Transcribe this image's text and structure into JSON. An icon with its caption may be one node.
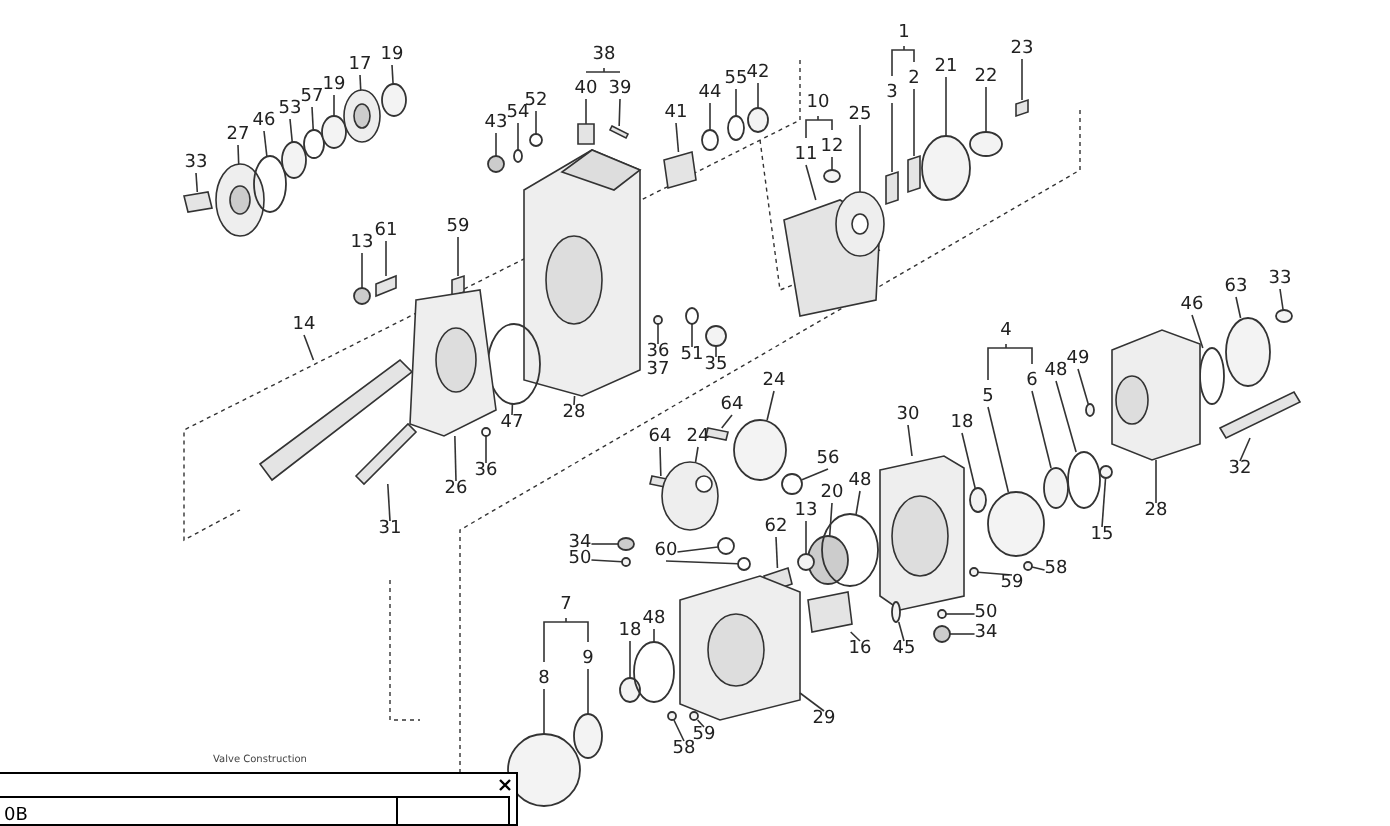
{
  "diagram": {
    "nodes": [
      {
        "text": [
          "33"
        ]
      },
      {
        "text": [
          "27"
        ]
      },
      {
        "text": [
          "46"
        ]
      },
      {
        "text": [
          "53"
        ]
      },
      {
        "text": [
          "57"
        ]
      },
      {
        "text": [
          "19"
        ]
      },
      {
        "text": [
          "17"
        ]
      },
      {
        "text": [
          "19"
        ]
      },
      {
        "text": [
          "43"
        ]
      },
      {
        "text": [
          "54"
        ]
      },
      {
        "text": [
          "52"
        ]
      },
      {
        "text": [
          "40"
        ]
      },
      {
        "text": [
          "39"
        ]
      },
      {
        "text": [
          "41"
        ]
      },
      {
        "text": [
          "44"
        ]
      },
      {
        "text": [
          "55"
        ]
      },
      {
        "text": [
          "42"
        ]
      },
      {
        "text": [
          "11"
        ]
      },
      {
        "text": [
          "12"
        ]
      },
      {
        "text": [
          "25"
        ]
      },
      {
        "text": [
          "3"
        ]
      },
      {
        "text": [
          "2"
        ]
      },
      {
        "text": [
          "21"
        ]
      },
      {
        "text": [
          "22"
        ]
      },
      {
        "text": [
          "23"
        ]
      },
      {
        "text": [
          "13"
        ]
      },
      {
        "text": [
          "61"
        ]
      },
      {
        "text": [
          "59"
        ]
      },
      {
        "text": [
          "14"
        ]
      },
      {
        "text": [
          "28"
        ]
      },
      {
        "text": [
          "47"
        ]
      },
      {
        "text": [
          "26"
        ]
      },
      {
        "text": [
          "36"
        ]
      },
      {
        "text": [
          "31"
        ]
      },
      {
        "text": [
          "36",
          "37"
        ]
      },
      {
        "text": [
          "51"
        ]
      },
      {
        "text": [
          "35"
        ]
      },
      {
        "text": [
          "46"
        ]
      },
      {
        "text": [
          "63"
        ]
      },
      {
        "text": [
          "33"
        ]
      },
      {
        "text": [
          "49"
        ]
      },
      {
        "text": [
          "48"
        ]
      },
      {
        "text": [
          "5"
        ]
      },
      {
        "text": [
          "6"
        ]
      },
      {
        "text": [
          "32"
        ]
      },
      {
        "text": [
          "28"
        ]
      },
      {
        "text": [
          "15"
        ]
      },
      {
        "text": [
          "18"
        ]
      },
      {
        "text": [
          "30"
        ]
      },
      {
        "text": [
          "58"
        ]
      },
      {
        "text": [
          "64"
        ]
      },
      {
        "text": [
          "24"
        ]
      },
      {
        "text": [
          "64"
        ]
      },
      {
        "text": [
          "24"
        ]
      },
      {
        "text": [
          "56"
        ]
      },
      {
        "text": [
          "20"
        ]
      },
      {
        "text": [
          "48"
        ]
      },
      {
        "text": [
          "13"
        ]
      },
      {
        "text": [
          "62"
        ]
      },
      {
        "text": [
          "60"
        ]
      },
      {
        "text": [
          "34"
        ]
      },
      {
        "text": [
          "50"
        ]
      },
      {
        "text": [
          "59"
        ]
      },
      {
        "text": [
          "16"
        ]
      },
      {
        "text": [
          "45"
        ]
      },
      {
        "text": [
          "50"
        ]
      },
      {
        "text": [
          "34"
        ]
      },
      {
        "text": [
          "8"
        ]
      },
      {
        "text": [
          "9"
        ]
      },
      {
        "text": [
          "18"
        ]
      },
      {
        "text": [
          "48"
        ]
      },
      {
        "text": [
          "29"
        ]
      },
      {
        "text": [
          "58"
        ]
      },
      {
        "text": [
          "59"
        ]
      },
      {
        "text": [],
        "shape": "box"
      },
      {
        "text": [],
        "shape": "picture"
      },
      {
        "text": [],
        "shape": "circle"
      },
      {
        "text": [],
        "shape": "circle"
      },
      {
        "text": [],
        "shape": "circle"
      },
      {
        "text": [],
        "shape": "circle"
      },
      {
        "text": [],
        "shape": "picture"
      },
      {
        "text": [],
        "shape": "circle"
      },
      {
        "text": [],
        "shape": "circle"
      },
      {
        "text": [],
        "shape": "circle"
      },
      {
        "text": [],
        "shape": "circle"
      },
      {
        "text": [],
        "shape": "box"
      },
      {
        "text": [],
        "shape": "box"
      },
      {
        "text": [],
        "shape": "box"
      },
      {
        "text": [],
        "shape": "circle"
      },
      {
        "text": [],
        "shape": "circle"
      },
      {
        "text": [],
        "shape": "circle"
      },
      {
        "text": [],
        "shape": "box"
      },
      {
        "text": [],
        "shape": "circle"
      },
      {
        "text": [],
        "shape": "picture"
      },
      {
        "text": [],
        "shape": "box"
      },
      {
        "text": [],
        "shape": "box"
      },
      {
        "text": [],
        "shape": "circle"
      },
      {
        "text": [],
        "shape": "circle"
      },
      {
        "text": [],
        "shape": "box"
      },
      {
        "text": [],
        "shape": "circle"
      },
      {
        "text": [],
        "shape": "box"
      },
      {
        "text": [],
        "shape": "box"
      },
      {
        "text": [],
        "shape": "box"
      },
      {
        "text": [],
        "shape": "picture"
      },
      {
        "text": [],
        "shape": "circle"
      },
      {
        "text": [],
        "shape": "picture"
      },
      {
        "text": [],
        "shape": "circle"
      },
      {
        "text": [],
        "shape": "box"
      },
      {
        "text": [],
        "shape": "circle"
      },
      {
        "text": [],
        "shape": "circle"
      },
      {
        "text": [],
        "shape": "circle"
      },
      {
        "text": [],
        "shape": "circle"
      },
      {
        "text": [],
        "shape": "circle"
      },
      {
        "text": [],
        "shape": "circle"
      },
      {
        "text": [],
        "shape": "circle"
      },
      {
        "text": [],
        "shape": "circle"
      },
      {
        "text": [],
        "shape": "circle"
      },
      {
        "text": [],
        "shape": "circle"
      },
      {
        "text": [],
        "shape": "box"
      },
      {
        "text": [],
        "shape": "picture"
      },
      {
        "text": [],
        "shape": "circle"
      },
      {
        "text": [],
        "shape": "circle"
      },
      {
        "text": [],
        "shape": "picture"
      },
      {
        "text": [],
        "shape": "circle"
      },
      {
        "text": [],
        "shape": "box"
      },
      {
        "text": [],
        "shape": "picture"
      },
      {
        "text": [],
        "shape": "box"
      },
      {
        "text": [],
        "shape": "circle"
      },
      {
        "text": [],
        "shape": "circle"
      },
      {
        "text": [],
        "shape": "circle"
      },
      {
        "text": [],
        "shape": "circle"
      },
      {
        "text": [],
        "shape": "circle"
      },
      {
        "text": [],
        "shape": "box"
      },
      {
        "text": [],
        "shape": "circle"
      },
      {
        "text": [],
        "shape": "circle"
      },
      {
        "text": [],
        "shape": "circle"
      },
      {
        "text": [],
        "shape": "circle"
      },
      {
        "text": [],
        "shape": "circle"
      },
      {
        "text": [],
        "shape": "box"
      },
      {
        "text": [],
        "shape": "circle"
      },
      {
        "text": [],
        "shape": "circle"
      },
      {
        "text": [],
        "shape": "circle"
      },
      {
        "text": [],
        "shape": "circle"
      },
      {
        "text": [],
        "shape": "circle"
      },
      {
        "text": [],
        "shape": "circle"
      },
      {
        "text": [],
        "shape": "circle"
      },
      {
        "text": [],
        "shape": "picture"
      },
      {
        "text": [],
        "shape": "circle"
      },
      {
        "text": [],
        "shape": "circle"
      }
    ],
    "edges": [
      {
        "from": 0,
        "to": 74,
        "arrow": "none"
      },
      {
        "from": 1,
        "to": 75,
        "arrow": "none"
      },
      {
        "from": 2,
        "to": 76,
        "arrow": "none"
      },
      {
        "from": 3,
        "to": 77,
        "arrow": "none"
      },
      {
        "from": 4,
        "to": 78,
        "arrow": "none"
      },
      {
        "from": 5,
        "to": 79,
        "arrow": "none"
      },
      {
        "from": 6,
        "to": 80,
        "arrow": "none"
      },
      {
        "from": 7,
        "to": 81,
        "arrow": "none"
      },
      {
        "from": 8,
        "to": 82,
        "arrow": "none"
      },
      {
        "from": 9,
        "to": 83,
        "arrow": "none"
      },
      {
        "from": 10,
        "to": 84,
        "arrow": "none"
      },
      {
        "from": 11,
        "to": 85,
        "arrow": "none"
      },
      {
        "from": 12,
        "to": 86,
        "arrow": "none"
      },
      {
        "from": 13,
        "to": 87,
        "arrow": "none"
      },
      {
        "from": 14,
        "to": 88,
        "arrow": "none"
      },
      {
        "from": 15,
        "to": 89,
        "arrow": "none"
      },
      {
        "from": 16,
        "to": 90,
        "arrow": "none"
      },
      {
        "from": 17,
        "to": 91,
        "arrow": "none"
      },
      {
        "from": 18,
        "to": 92,
        "arrow": "none"
      },
      {
        "from": 19,
        "to": 93,
        "arrow": "none"
      },
      {
        "from": 20,
        "to": 94,
        "arrow": "none"
      },
      {
        "from": 21,
        "to": 95,
        "arrow": "none"
      },
      {
        "from": 22,
        "to": 96,
        "arrow": "none"
      },
      {
        "from": 23,
        "to": 97,
        "arrow": "none"
      },
      {
        "from": 24,
        "to": 98,
        "arrow": "none"
      },
      {
        "from": 25,
        "to": 99,
        "arrow": "none"
      },
      {
        "from": 26,
        "to": 100,
        "arrow": "none"
      },
      {
        "from": 27,
        "to": 101,
        "arrow": "none"
      },
      {
        "from": 28,
        "to": 102,
        "arrow": "none"
      },
      {
        "from": 29,
        "to": 103,
        "arrow": "none"
      },
      {
        "from": 30,
        "to": 104,
        "arrow": "none"
      },
      {
        "from": 31,
        "to": 105,
        "arrow": "none"
      },
      {
        "from": 32,
        "to": 106,
        "arrow": "none"
      },
      {
        "from": 33,
        "to": 107,
        "arrow": "none"
      },
      {
        "from": 34,
        "to": 108,
        "arrow": "none"
      },
      {
        "from": 35,
        "to": 109,
        "arrow": "none"
      },
      {
        "from": 36,
        "to": 110,
        "arrow": "none"
      },
      {
        "from": 37,
        "to": 111,
        "arrow": "none"
      },
      {
        "from": 38,
        "to": 112,
        "arrow": "none"
      },
      {
        "from": 39,
        "to": 113,
        "arrow": "none"
      },
      {
        "from": 40,
        "to": 114,
        "arrow": "none"
      },
      {
        "from": 41,
        "to": 115,
        "arrow": "none"
      },
      {
        "from": 42,
        "to": 116,
        "arrow": "none"
      },
      {
        "from": 43,
        "to": 117,
        "arrow": "none"
      },
      {
        "from": 44,
        "to": 118,
        "arrow": "none"
      },
      {
        "from": 45,
        "to": 119,
        "arrow": "none"
      },
      {
        "from": 46,
        "to": 120,
        "arrow": "none"
      },
      {
        "from": 47,
        "to": 121,
        "arrow": "none"
      },
      {
        "from": 48,
        "to": 122,
        "arrow": "none"
      },
      {
        "from": 49,
        "to": 123,
        "arrow": "none"
      },
      {
        "from": 50,
        "to": 124,
        "arrow": "none"
      },
      {
        "from": 51,
        "to": 125,
        "arrow": "none"
      },
      {
        "from": 52,
        "to": 126,
        "arrow": "none"
      },
      {
        "from": 53,
        "to": 127,
        "arrow": "none"
      },
      {
        "from": 54,
        "to": 128,
        "arrow": "none"
      },
      {
        "from": 55,
        "to": 129,
        "arrow": "none"
      },
      {
        "from": 56,
        "to": 130,
        "arrow": "none"
      },
      {
        "from": 57,
        "to": 131,
        "arrow": "none"
      },
      {
        "from": 58,
        "to": 132,
        "arrow": "none"
      },
      {
        "from": 59,
        "to": 133,
        "arrow": "none"
      },
      {
        "from": 59,
        "to": 134,
        "arrow": "none"
      },
      {
        "from": 60,
        "to": 135,
        "arrow": "none"
      },
      {
        "from": 61,
        "to": 136,
        "arrow": "none"
      },
      {
        "from": 62,
        "to": 137,
        "arrow": "none"
      },
      {
        "from": 63,
        "to": 138,
        "arrow": "none"
      },
      {
        "from": 64,
        "to": 139,
        "arrow": "none"
      },
      {
        "from": 65,
        "to": 140,
        "arrow": "none"
      },
      {
        "from": 66,
        "to": 141,
        "arrow": "none"
      },
      {
        "from": 67,
        "to": 142,
        "arrow": "none"
      },
      {
        "from": 68,
        "to": 143,
        "arrow": "none"
      },
      {
        "from": 69,
        "to": 144,
        "arrow": "none"
      },
      {
        "from": 70,
        "to": 145,
        "arrow": "none"
      },
      {
        "from": 71,
        "to": 146,
        "arrow": "none"
      },
      {
        "from": 72,
        "to": 147,
        "arrow": "none"
      },
      {
        "from": 73,
        "to": 148,
        "arrow": "none"
      }
    ],
    "labels": [
      "38",
      "1",
      "10",
      "4",
      "7",
      "Valve Construction",
      "0B"
    ]
  }
}
